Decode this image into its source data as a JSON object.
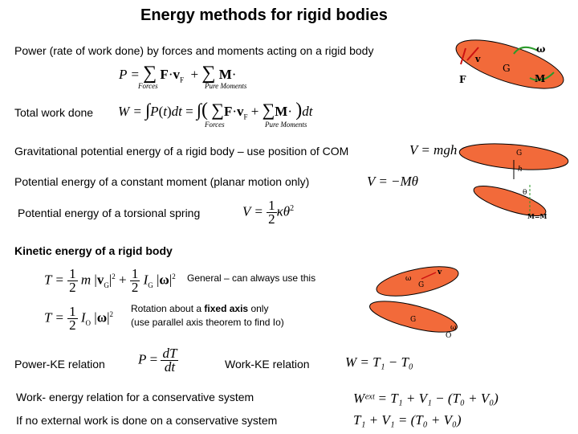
{
  "title": "Energy methods for rigid bodies",
  "lines": {
    "power": "Power (rate of work done) by forces and moments acting on a rigid body",
    "total_work": "Total work done",
    "grav_pe": "Gravitational potential energy of a rigid body – use position of COM",
    "moment_pe": "Potential energy of a constant moment (planar motion only)",
    "torsion_pe": "Potential energy of a torsional spring",
    "ke_heading": "Kinetic energy of a rigid body",
    "ke_general": "General – can always use this",
    "ke_fixed_1a": "Rotation about a ",
    "ke_fixed_1b": "fixed axis",
    "ke_fixed_1c": " only",
    "ke_fixed_2": "(use parallel axis theorem to find Io)",
    "power_ke": "Power-KE relation",
    "work_ke": "Work-KE relation",
    "work_energy_cons": "Work- energy relation for a conservative system",
    "no_external": "If no external work is done on a conservative system"
  },
  "equations": {
    "P_eq": "P =",
    "forces_sub": "Forces",
    "pure_moments_sub": "Pure Moments",
    "W_eq": "W =",
    "V_mgh": "V = mgh",
    "V_moment": "V = −Mθ",
    "V_spring": "V =",
    "T_eq": "T =",
    "T_fixed": "T =",
    "work_ke_eq": "W = T₁ − T₀",
    "work_ext_eq": "Wᵉˣᵗ = T₁ + V₁ − (T₀ + V₀)",
    "cons_eq": "T₁ + V₁ = (T₀ + V₀)"
  },
  "figure_labels": {
    "omega": "ω",
    "vF": "v",
    "F": "F",
    "G": "G",
    "M": "M",
    "h": "h",
    "theta": "θ",
    "M_k": "M=M",
    "vG": "v",
    "O": "O"
  },
  "colors": {
    "body_fill": "#f26a3a",
    "arrow_red": "#cc1111",
    "arrow_green": "#2a9a2a"
  }
}
